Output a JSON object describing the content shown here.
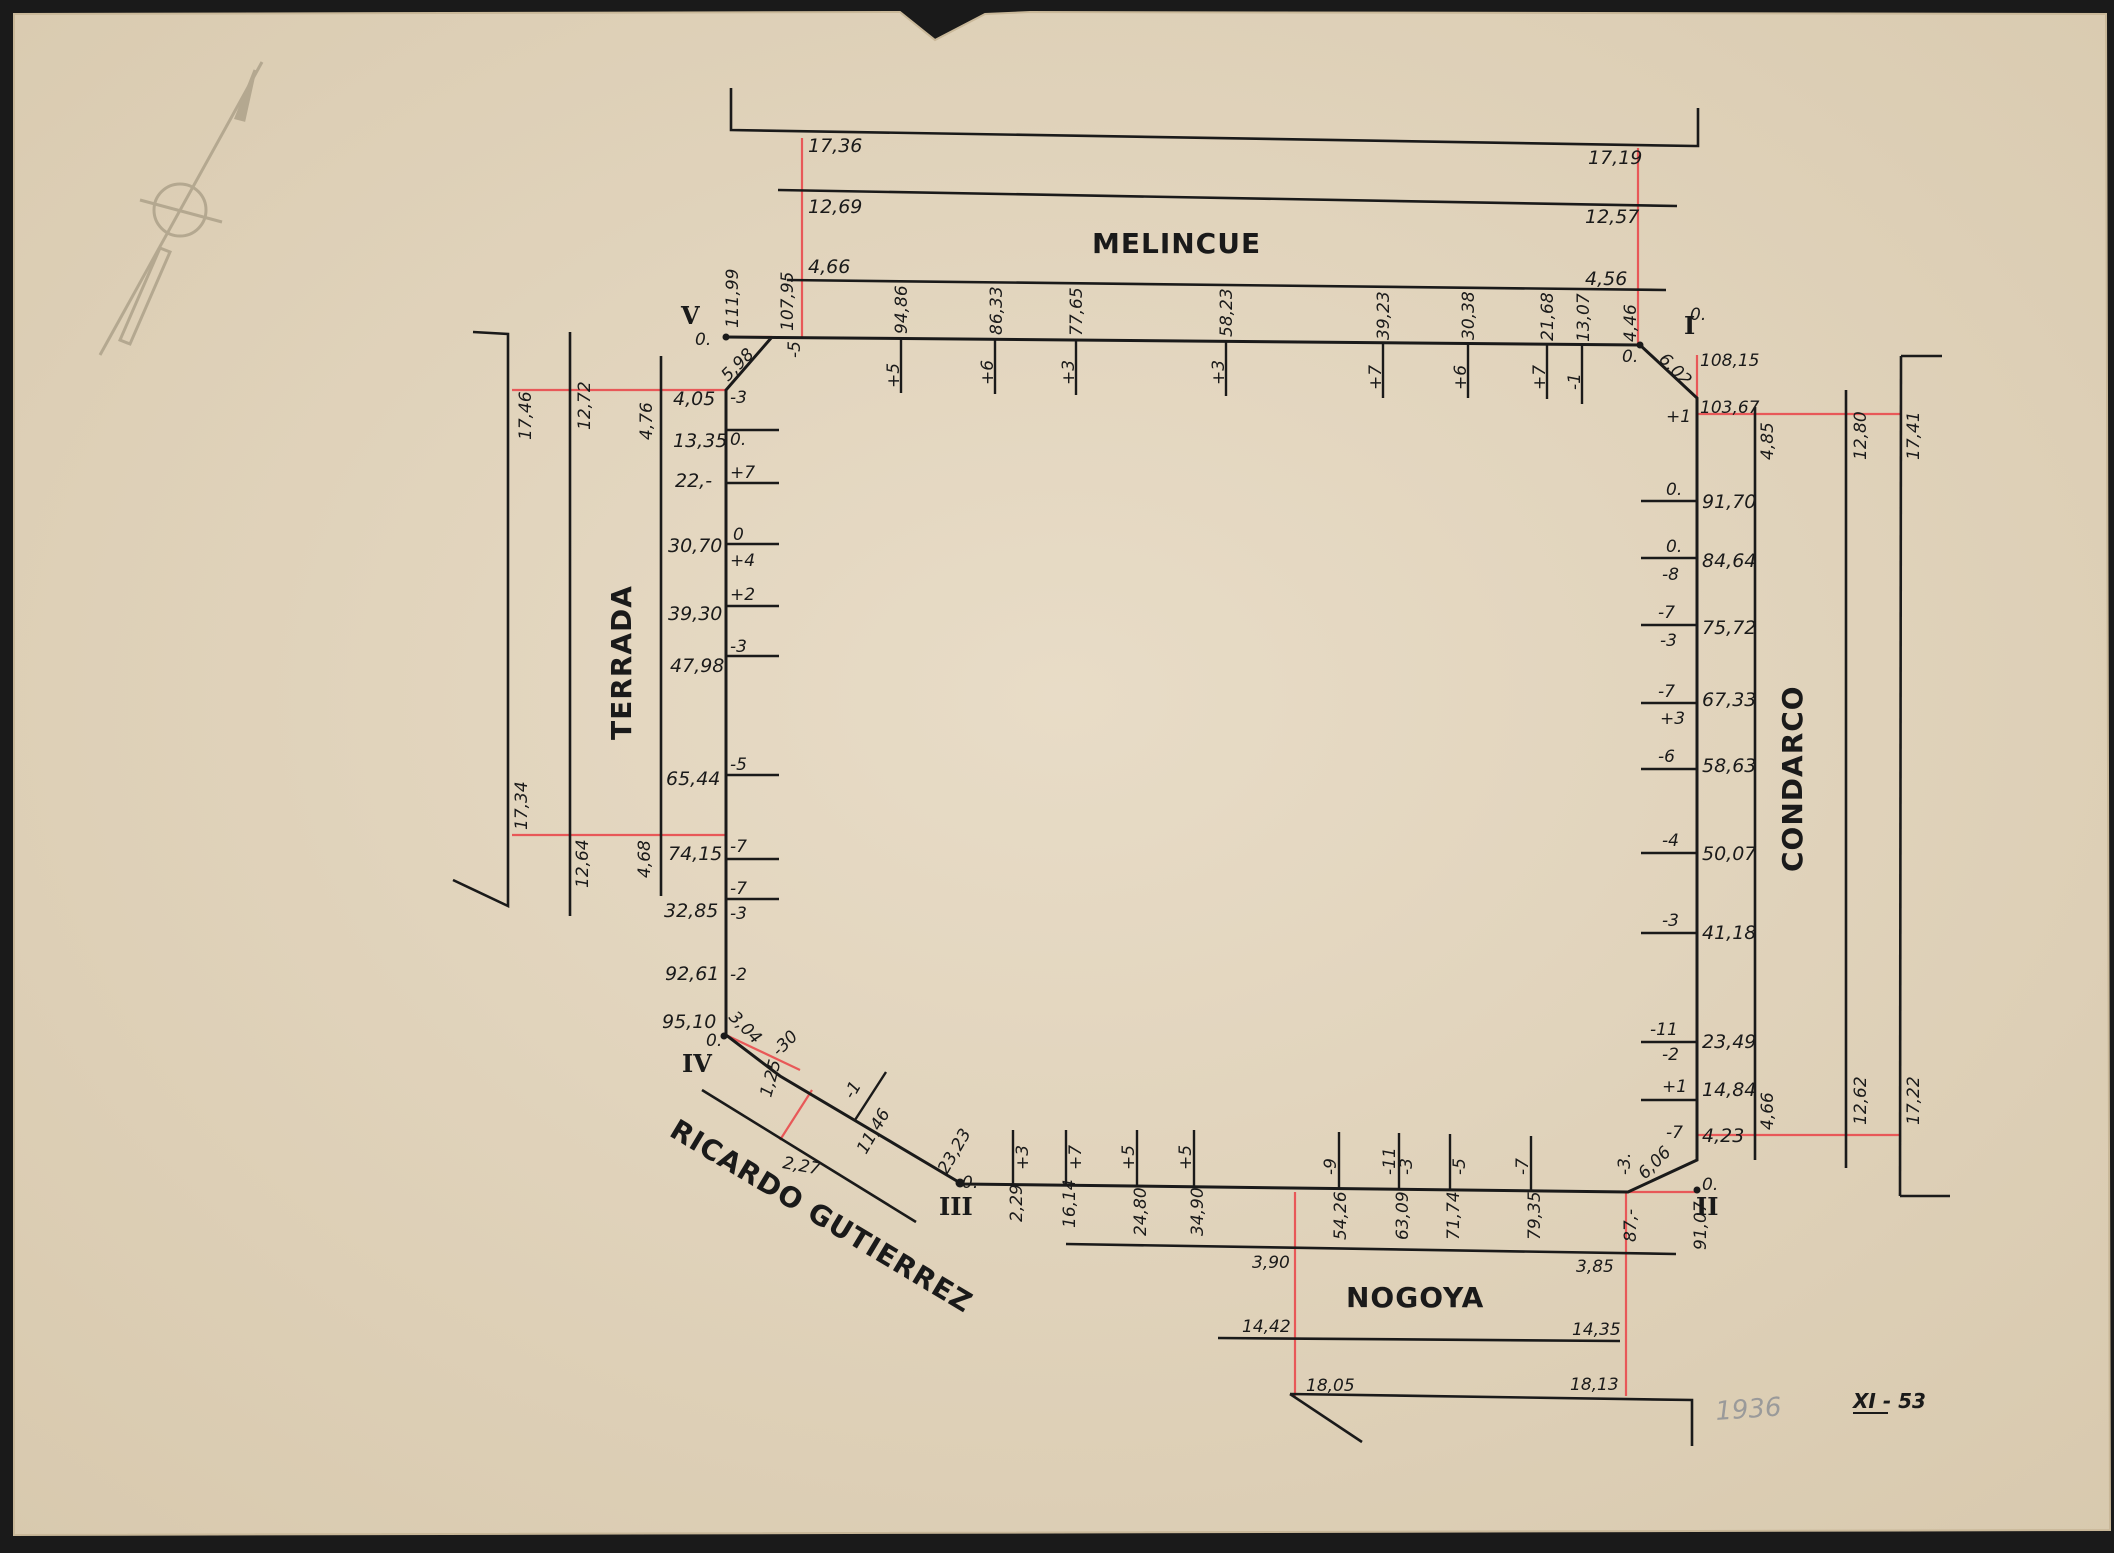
{
  "streets": {
    "melincue": "MELINCUE",
    "terrada": "TERRADA",
    "condarco": "CONDARCO",
    "nogoya": "NOGOYA",
    "ricardo": "RICARDO GUTIERREZ"
  },
  "vertices": {
    "I": "I",
    "II": "II",
    "III": "III",
    "IV": "IV",
    "V": "V",
    "zero": "0."
  },
  "top_edge": {
    "stations": [
      {
        "s": "107,95",
        "d": "-5"
      },
      {
        "s": "94,86",
        "d": "+5"
      },
      {
        "s": "86,33",
        "d": "+6"
      },
      {
        "s": "77,65",
        "d": "+3"
      },
      {
        "s": "58,23",
        "d": "+3"
      },
      {
        "s": "39,23",
        "d": "+7"
      },
      {
        "s": "30,38",
        "d": "+6"
      },
      {
        "s": "21,68",
        "d": "+7"
      },
      {
        "s": "13,07",
        "d": "-1"
      },
      {
        "s": "4,46",
        "d": "0."
      }
    ],
    "corner_v": "111,99",
    "corner_v_diag": "5,98",
    "corner_i": "108,15",
    "corner_i_diag": "6,02"
  },
  "melincue_offsets": {
    "left": [
      "17,36",
      "12,69",
      "4,66"
    ],
    "right": [
      "17,19",
      "12,57",
      "4,56"
    ]
  },
  "left_edge": {
    "stations": [
      {
        "s": "4,05",
        "d": "-3"
      },
      {
        "s": "13,35",
        "d": "0."
      },
      {
        "s": "22,-",
        "d": "+7"
      },
      {
        "s": "30,70",
        "d": "0"
      },
      {
        "s": "",
        "d": "+4"
      },
      {
        "s": "39,30",
        "d": "+2"
      },
      {
        "s": "47,98",
        "d": "-3"
      },
      {
        "s": "65,44",
        "d": "-5"
      },
      {
        "s": "74,15",
        "d": "-7"
      },
      {
        "s": "",
        "d": "-7"
      },
      {
        "s": "32,85",
        "d": "-3"
      },
      {
        "s": "92,61",
        "d": "-2"
      },
      {
        "s": "95,10",
        "d": ""
      }
    ]
  },
  "terrada_offsets": {
    "upper": [
      "17,46",
      "12,72",
      "4,76"
    ],
    "lower": [
      "17,34",
      "12,64",
      "4,68"
    ]
  },
  "right_edge": {
    "stations": [
      {
        "s": "103,67",
        "d": "+1"
      },
      {
        "s": "91,70",
        "d": "0."
      },
      {
        "s": "84,64",
        "d": "0."
      },
      {
        "s": "",
        "d": "-8"
      },
      {
        "s": "75,72",
        "d": "-7"
      },
      {
        "s": "",
        "d": "-3"
      },
      {
        "s": "67,33",
        "d": "-7"
      },
      {
        "s": "",
        "d": "+3"
      },
      {
        "s": "58,63",
        "d": "-6"
      },
      {
        "s": "50,07",
        "d": "-4"
      },
      {
        "s": "41,18",
        "d": "-3"
      },
      {
        "s": "23,49",
        "d": "-11"
      },
      {
        "s": "",
        "d": "-2"
      },
      {
        "s": "14,84",
        "d": "+1"
      },
      {
        "s": "4,23",
        "d": "-7"
      }
    ]
  },
  "condarco_offsets": {
    "upper": [
      "4,85",
      "12,80",
      "17,41"
    ],
    "lower": [
      "4,66",
      "12,62",
      "17,22"
    ]
  },
  "bottom_edge": {
    "stations": [
      {
        "s": "2,29",
        "d": "+3"
      },
      {
        "s": "16,14",
        "d": "+7"
      },
      {
        "s": "24,80",
        "d": "+5"
      },
      {
        "s": "34,90",
        "d": "+5"
      },
      {
        "s": "54,26",
        "d": "-9"
      },
      {
        "s": "63,09",
        "d": "-11"
      },
      {
        "s": "",
        "d": "-3"
      },
      {
        "s": "71,74",
        "d": "-5"
      },
      {
        "s": "79,35",
        "d": "-7"
      },
      {
        "s": "87,-",
        "d": "-3."
      },
      {
        "s": "91,07",
        "d": "0."
      }
    ],
    "corner_ii_diag": "6,06",
    "corner_iii": "23,23"
  },
  "nogoya_offsets": {
    "left": [
      "3,90",
      "14,42",
      "18,05"
    ],
    "right": [
      "3,85",
      "14,35",
      "18,13"
    ]
  },
  "diagonal": {
    "labels": [
      "3,04",
      "-30",
      "1,25",
      "2,27",
      "11,46",
      "-1"
    ]
  },
  "notes": {
    "pencil": "1936",
    "sheet_ref": "XI - 53"
  },
  "colors": {
    "paper": "#e4d7c1",
    "ink": "#1a1a1a",
    "red": "#e85858"
  }
}
